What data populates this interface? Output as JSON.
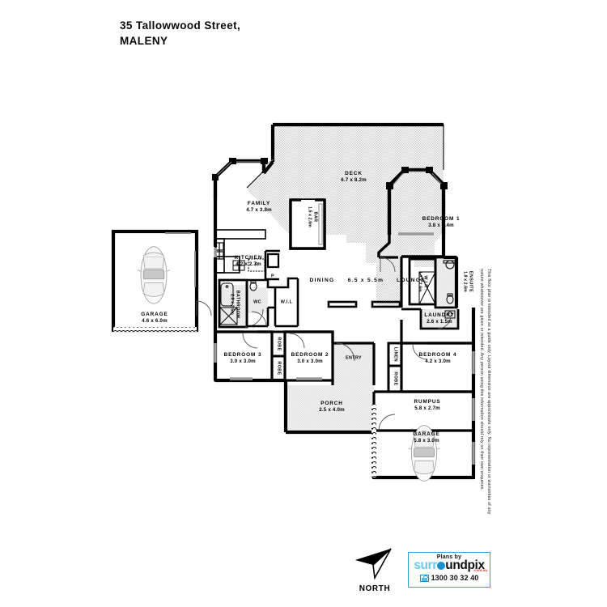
{
  "title": {
    "line1": "35 Tallowwood Street,",
    "line2": "MALENY"
  },
  "rooms": [
    {
      "key": "deck",
      "name": "DECK",
      "dim": "6.7 x 8.2m"
    },
    {
      "key": "family",
      "name": "FAMILY",
      "dim": "4.7 x 3.8m"
    },
    {
      "key": "bar",
      "name": "BAR",
      "dim": "1.5 x 2.6m"
    },
    {
      "key": "bedroom1",
      "name": "BEDROOM 1",
      "dim": "3.8 x 4.4m"
    },
    {
      "key": "kitchen",
      "name": "KITCHEN",
      "dim": "4.2 x 2.7m"
    },
    {
      "key": "bathroom",
      "name": "BATHROOM",
      "dim": "2.0 x 2.5m"
    },
    {
      "key": "dining",
      "name": "DINING",
      "dim": "6.5 x 5.5m"
    },
    {
      "key": "lounge",
      "name": "LOUNGE",
      "dim": ""
    },
    {
      "key": "wir",
      "name": "W.I.R",
      "dim": "1.3 x 2.6m"
    },
    {
      "key": "ensuite",
      "name": "ENSUITE",
      "dim": "1.8 x 2.6m"
    },
    {
      "key": "laundry",
      "name": "LAUNDRY",
      "dim": "2.6 x 1.5m"
    },
    {
      "key": "bedroom3",
      "name": "BEDROOM 3",
      "dim": "3.0 x 3.0m"
    },
    {
      "key": "bedroom2",
      "name": "BEDROOM 2",
      "dim": "3.0 x 3.0m"
    },
    {
      "key": "bedroom4",
      "name": "BEDROOM 4",
      "dim": "4.2 x 3.0m"
    },
    {
      "key": "entry",
      "name": "ENTRY",
      "dim": ""
    },
    {
      "key": "porch",
      "name": "PORCH",
      "dim": "2.5 x 4.0m"
    },
    {
      "key": "rumpus",
      "name": "RUMPUS",
      "dim": "5.8 x 2.7m"
    },
    {
      "key": "garage_rear",
      "name": "GARAGE",
      "dim": "5.8 x 3.0m"
    },
    {
      "key": "garage_left",
      "name": "GARAGE",
      "dim": "4.6 x 6.0m"
    },
    {
      "key": "wc",
      "name": "WC",
      "dim": ""
    },
    {
      "key": "wil",
      "name": "W.I.L",
      "dim": ""
    },
    {
      "key": "pantry",
      "name": "P",
      "dim": ""
    },
    {
      "key": "fridge",
      "name": "R",
      "dim": ""
    },
    {
      "key": "robe_a",
      "name": "ROBE",
      "dim": ""
    },
    {
      "key": "robe_b",
      "name": "ROBE",
      "dim": ""
    },
    {
      "key": "linen",
      "name": "LINEN",
      "dim": ""
    },
    {
      "key": "robe_c",
      "name": "ROBE",
      "dim": ""
    }
  ],
  "compass": {
    "label": "NORTH"
  },
  "logo": {
    "plans_by": "Plans by",
    "brand_part1": "surr",
    "brand_part2": "undpix",
    "tld": ".com.au",
    "phone": "1300 30 32 40"
  },
  "disclaimer": "This floor plan is intended as a guide only. Layout dimension are approximate only. No representation or warranties of any nature whatsoever are given or intended. Any person using this information should rely on their own enquiries.",
  "colors": {
    "wall": "#000000",
    "hatch": "#c9c9c9",
    "logo_blue": "#29a3dc",
    "logo_light": "#6fc7ee",
    "logo_red": "#e23a2e"
  }
}
